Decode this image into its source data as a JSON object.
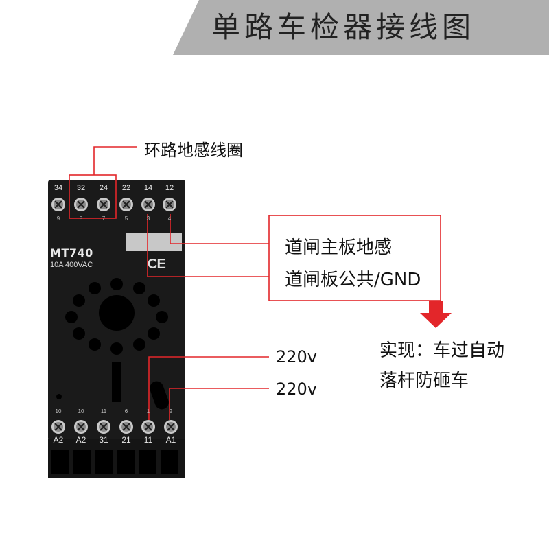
{
  "title": "单路车检器接线图",
  "device": {
    "model": "MT740",
    "rating": "10A 400VAC",
    "ce_mark": "CE",
    "top_terminals": [
      {
        "main": "34",
        "sub": "9"
      },
      {
        "main": "32",
        "sub": "8"
      },
      {
        "main": "24",
        "sub": "7"
      },
      {
        "main": "22",
        "sub": "5"
      },
      {
        "main": "14",
        "sub": "3"
      },
      {
        "main": "12",
        "sub": "4"
      }
    ],
    "bottom_terminals": [
      {
        "sub": "10",
        "main": "A2"
      },
      {
        "sub": "10",
        "main": "A2"
      },
      {
        "sub": "11",
        "main": "31"
      },
      {
        "sub": "6",
        "main": "21"
      },
      {
        "sub": "1",
        "main": "11"
      },
      {
        "sub": "2",
        "main": "A1"
      }
    ]
  },
  "annotations": {
    "loop": "环路地感线圈",
    "gate_ground": "道闸主板地感",
    "gate_common": "道闸板公共/GND",
    "power_1": "220v",
    "power_2": "220v",
    "result_line1": "实现：车过自动",
    "result_line2": "落杆防砸车"
  },
  "colors": {
    "banner": "#b0b0b0",
    "device": "#1a1a1a",
    "lines": "#e3262a",
    "arrow": "#e3262a"
  }
}
